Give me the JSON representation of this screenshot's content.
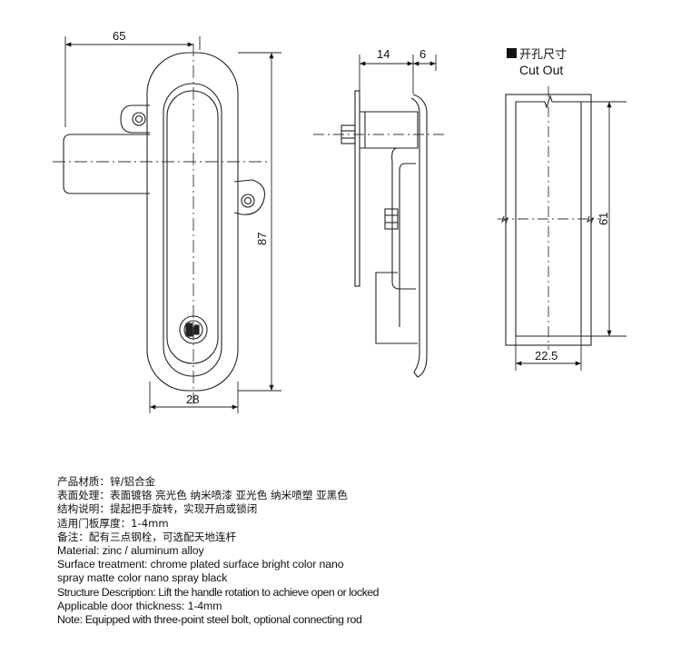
{
  "front_view": {
    "dims": {
      "width_top": "65",
      "height": "87",
      "width_bottom": "28"
    }
  },
  "side_view": {
    "dims": {
      "depth_a": "14",
      "depth_b": "6"
    }
  },
  "cutout_view": {
    "title_cn": "开孔尺寸",
    "title_en": "Cut Out",
    "dims": {
      "height": "61",
      "width": "22.5"
    }
  },
  "specs": {
    "material_cn": "产品材质：锌/铝合金",
    "surface_cn": "表面处理：表面镀铬 亮光色 纳米喷漆 亚光色 纳米喷塑 亚黑色",
    "structure_cn": "结构说明：提起把手旋转，实现开启或锁闭",
    "thickness_cn": "适用门板厚度：1-4mm",
    "note_cn": "备注：配有三点钢栓，可选配天地连杆",
    "material_en": "Material: zinc / aluminum alloy",
    "surface_en_1": "Surface treatment: chrome plated surface bright color nano",
    "surface_en_2": "spray matte color nano spray black",
    "structure_en": "Structure Description: Lift the handle rotation to achieve open or locked",
    "thickness_en": "Applicable door thickness: 1-4mm",
    "note_en": "Note: Equipped with three-point steel bolt, optional connecting rod"
  }
}
